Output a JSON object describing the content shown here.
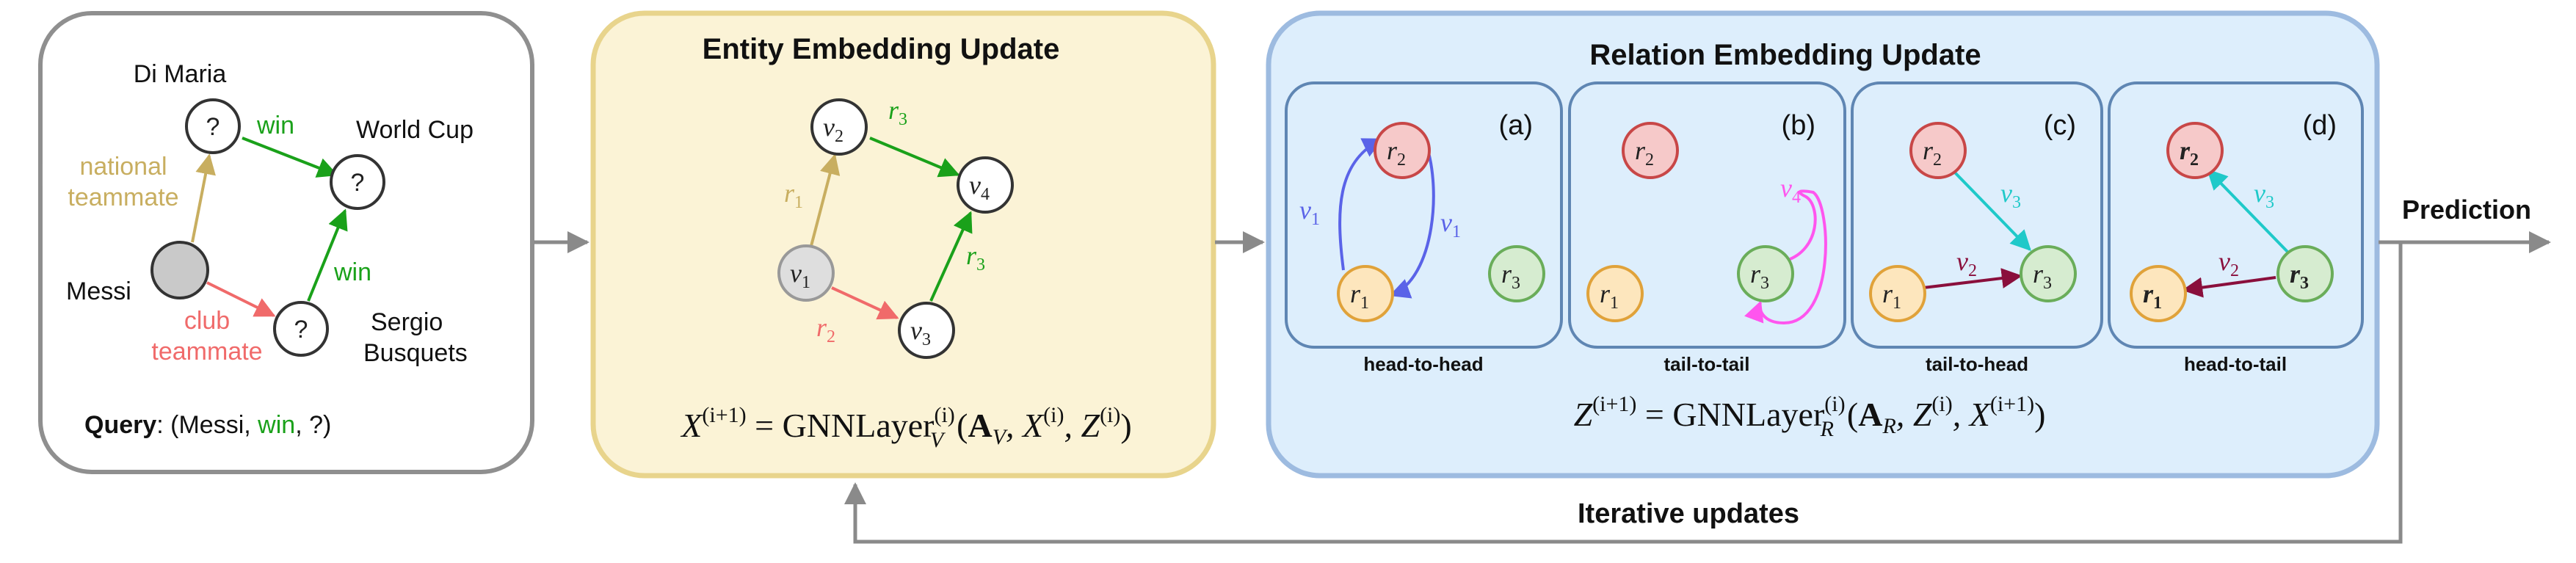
{
  "colors": {
    "panel_gray": "#8f8f8f",
    "panel_yellow_fill": "#fbf3d6",
    "panel_yellow_stroke": "#e8d48c",
    "panel_blue_fill": "#ddeefc",
    "panel_blue_stroke": "#9dbbe0",
    "subpanel_stroke": "#5f86b3",
    "green": "#1aa11a",
    "red_edge": "#f06a6a",
    "gold_edge": "#c8ae60",
    "blue_edge": "#5a63e8",
    "magenta_edge": "#ff55ee",
    "teal_edge": "#1fc9c9",
    "maroon_edge": "#8a0f3c",
    "r1_fill": "#fde6bd",
    "r1_stroke": "#e0a23a",
    "r2_fill": "#f6c9c9",
    "r2_stroke": "#c84747",
    "r3_fill": "#d6ecd0",
    "r3_stroke": "#6aad5a",
    "v1_fill": "#dedede",
    "gray_arrow": "#8a8a8a"
  },
  "query_panel": {
    "labels": {
      "di_maria": "Di Maria",
      "world_cup": "World Cup",
      "messi": "Messi",
      "sergio": "Sergio",
      "busquets": "Busquets",
      "national": "national",
      "teammate_nat": "teammate",
      "club": "club",
      "teammate_club": "teammate",
      "win_top": "win",
      "win_right": "win",
      "unknown": "?"
    },
    "query": {
      "prefix": "Query",
      "colon_open": ": (Messi, ",
      "relation": "win",
      "suffix": ", ?)"
    }
  },
  "entity_panel": {
    "title": "Entity Embedding Update",
    "nodes": {
      "v1": "v",
      "v2": "v",
      "v3": "v",
      "v4": "v"
    },
    "node_subs": {
      "v1": "1",
      "v2": "2",
      "v3": "3",
      "v4": "4"
    },
    "edges": {
      "r1": "r",
      "r2": "r",
      "r3a": "r",
      "r3b": "r"
    },
    "edge_subs": {
      "r1": "1",
      "r2": "2",
      "r3a": "3",
      "r3b": "3"
    },
    "formula": {
      "lhs": "X",
      "lhs_sup": "(i+1)",
      "eq": " = GNNLayer",
      "layer_sup": "(i)",
      "layer_sub": "V",
      "args_open": "(",
      "A": "A",
      "A_sub": "V",
      "comma1": ", X",
      "x_sup": "(i)",
      "comma2": ", Z",
      "z_sup": "(i)",
      "close": ")"
    }
  },
  "relation_panel": {
    "title": "Relation Embedding Update",
    "subpanels": [
      {
        "tag": "(a)",
        "caption": "head-to-head",
        "edge_label": "v",
        "edge_sub": "1"
      },
      {
        "tag": "(b)",
        "caption": "tail-to-tail",
        "edge_label": "v",
        "edge_sub": "4"
      },
      {
        "tag": "(c)",
        "caption": "tail-to-head",
        "edge_label_1": "v",
        "edge_sub_1": "3",
        "edge_label_2": "v",
        "edge_sub_2": "2"
      },
      {
        "tag": "(d)",
        "caption": "head-to-tail",
        "edge_label_1": "v",
        "edge_sub_1": "3",
        "edge_label_2": "v",
        "edge_sub_2": "2"
      }
    ],
    "node_letter": "r",
    "formula": {
      "lhs": "Z",
      "lhs_sup": "(i+1)",
      "eq": " = GNNLayer",
      "layer_sup": "(i)",
      "layer_sub": "R",
      "args_open": "(",
      "A": "A",
      "A_sub": "R",
      "comma1": ", Z",
      "z_sup": "(i)",
      "comma2": ", X",
      "x_sup": "(i+1)",
      "close": ")"
    }
  },
  "prediction_label": "Prediction",
  "iterative_label": "Iterative updates"
}
